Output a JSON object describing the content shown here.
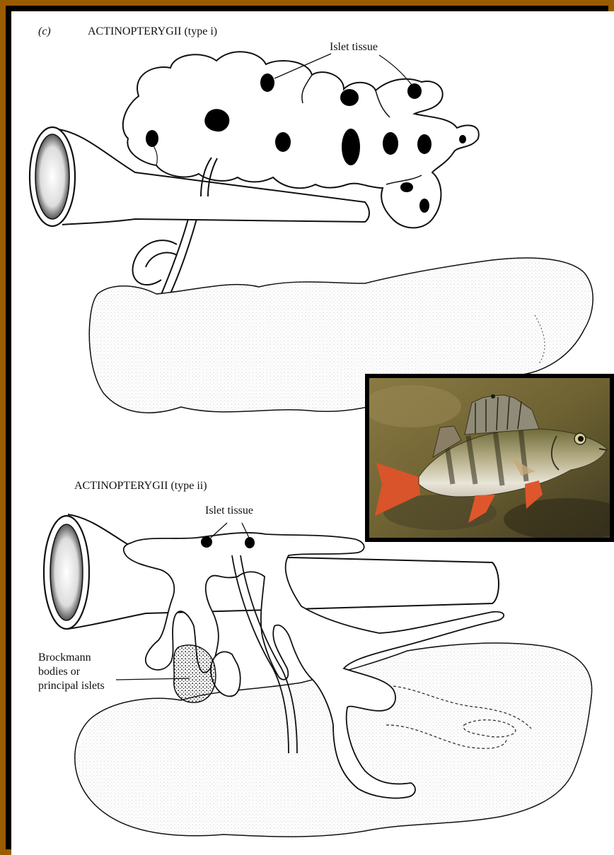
{
  "figure": {
    "panel_letter": "(c)",
    "type_i_title": "ACTINOPTERYGII (type i)",
    "type_ii_title": "ACTINOPTERYGII (type ii)",
    "islet_label_1": "Islet tissue",
    "islet_label_2": "Islet tissue",
    "brockmann_label": [
      "Brockmann",
      "bodies or",
      "principal islets"
    ]
  },
  "colors": {
    "frame": "#9a5c00",
    "ink": "#111111",
    "islet": "#000000",
    "photo_background": "#6e6232"
  },
  "photo": {
    "subject_icon": "perch-fish-photo"
  }
}
